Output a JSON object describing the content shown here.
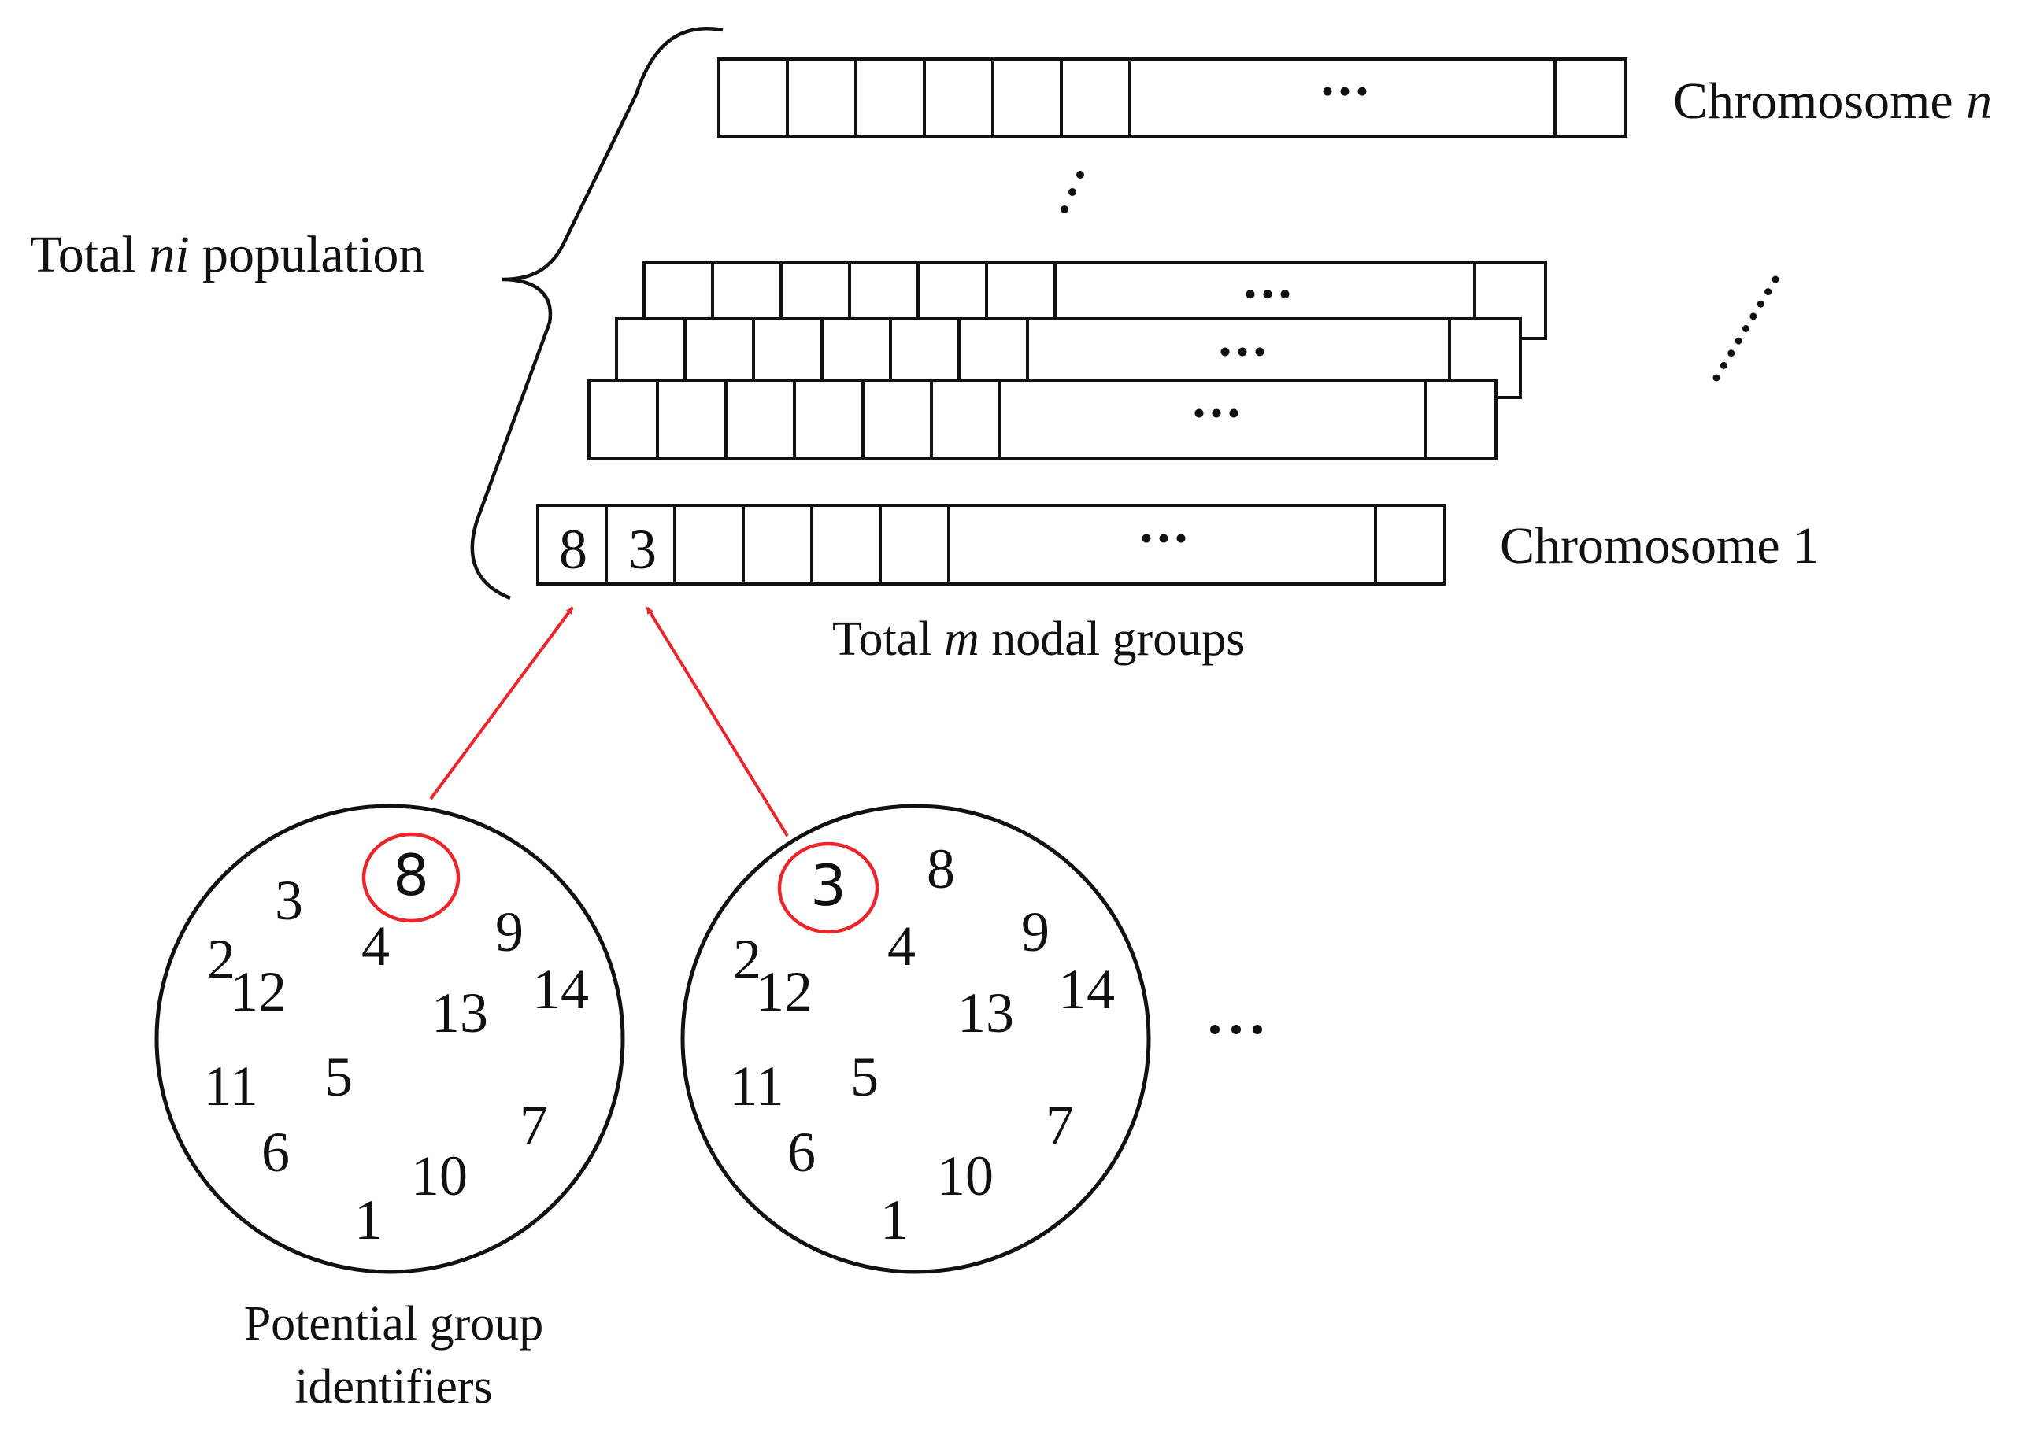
{
  "labels": {
    "population_prefix": "Total ",
    "population_italic": "ni",
    "population_suffix": " population",
    "chromosome_n_prefix": "Chromosome ",
    "chromosome_n_italic": "n",
    "chromosome_1": "Chromosome 1",
    "nodal_prefix": "Total ",
    "nodal_italic": "m",
    "nodal_suffix": " nodal groups",
    "pool_caption_line1": "Potential group",
    "pool_caption_line2": "identifiers",
    "ellipsis": "…",
    "vertical_ellipsis": "⋮"
  },
  "chromosome_1_genes": [
    "8",
    "3"
  ],
  "pool_numbers": [
    "3",
    "8",
    "9",
    "2",
    "4",
    "12",
    "14",
    "13",
    "11",
    "5",
    "7",
    "6",
    "10",
    "1"
  ],
  "selections": [
    {
      "pool": 1,
      "value": "8",
      "target_gene": 1
    },
    {
      "pool": 2,
      "value": "3",
      "target_gene": 2
    }
  ],
  "colors": {
    "highlight": "#e8262c",
    "stroke": "#111111"
  }
}
